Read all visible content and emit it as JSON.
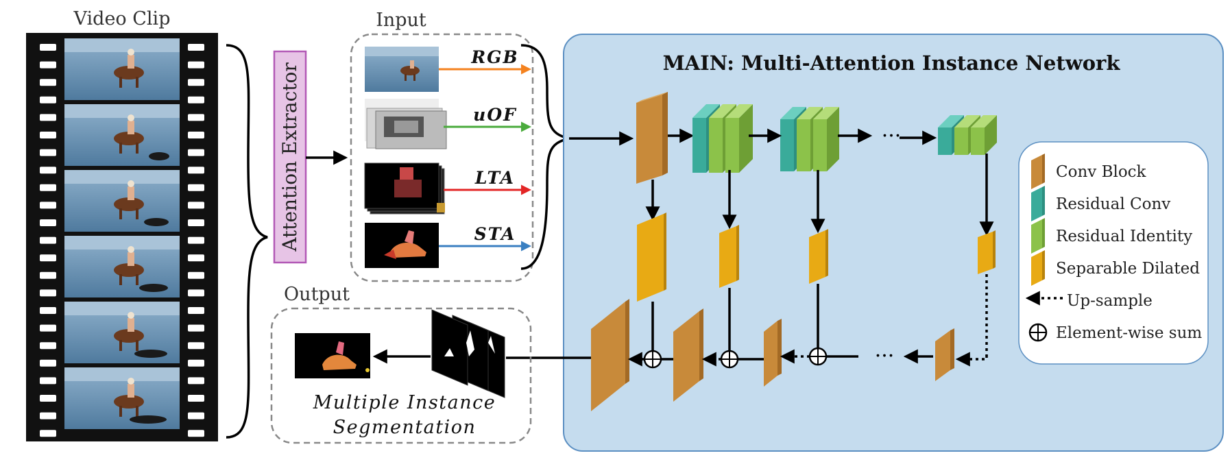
{
  "labels": {
    "video_clip": "Video Clip",
    "attention_extractor": "Attention Extractor",
    "input": "Input",
    "output": "Output",
    "main_title": "MAIN: Multi-Attention Instance Network",
    "output_caption_line1": "Multiple Instance",
    "output_caption_line2": "Segmentation",
    "ellipsis": "···"
  },
  "inputs": [
    {
      "label": "RGB",
      "color": "#f4821f"
    },
    {
      "label": "uOF",
      "color": "#4aab3c"
    },
    {
      "label": "LTA",
      "color": "#e32626"
    },
    {
      "label": "STA",
      "color": "#3a7fc1"
    }
  ],
  "legend": [
    {
      "label": "Conv Block",
      "swatch": "conv-block",
      "color": "#c88a3a"
    },
    {
      "label": "Residual Conv",
      "swatch": "residual-conv",
      "color": "#3aab9a"
    },
    {
      "label": "Residual Identity",
      "swatch": "residual-identity",
      "color": "#8cc24a"
    },
    {
      "label": "Separable Dilated",
      "swatch": "separable-dilated",
      "color": "#e8aa14"
    },
    {
      "label": "Up-sample",
      "swatch": "dotted-arrow"
    },
    {
      "label": "Element-wise sum",
      "swatch": "circle-plus"
    }
  ],
  "colors": {
    "main_bg": "#c5dcee",
    "main_border": "#5b8fc2",
    "attention_fill": "#e7c4e6",
    "attention_border": "#b259b6",
    "conv": "#c88a3a",
    "residual_conv": "#3aab9a",
    "residual_identity": "#8cc24a",
    "separable": "#e8aa14"
  }
}
